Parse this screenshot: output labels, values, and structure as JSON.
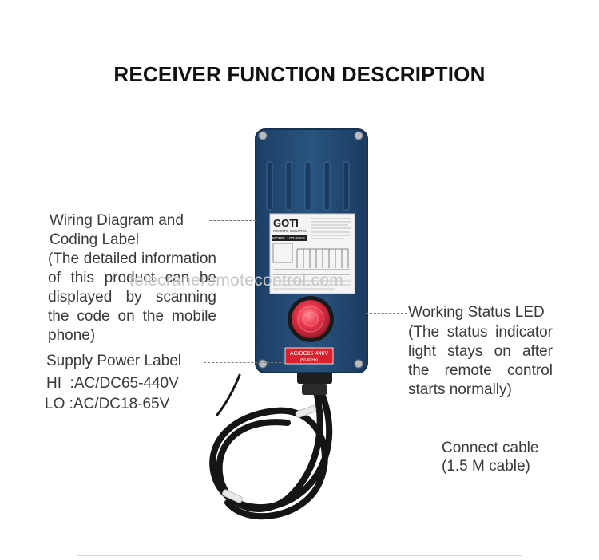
{
  "title": "RECEIVER FUNCTION DESCRIPTION",
  "watermark": "telecraneremotecontrol.com",
  "left": {
    "wiring_label_title": [
      "Wiring Diagram and",
      "Coding Label"
    ],
    "wiring_label_note": [
      "(The detailed information",
      "of this product can be",
      "displayed by scanning",
      "the code on the mobile",
      "phone)"
    ],
    "supply_title": "Supply Power Label",
    "supply_hi": "HI  :AC/DC65-440V",
    "supply_lo": "LO :AC/DC18-65V"
  },
  "right": {
    "led_title": "Working Status LED",
    "led_note": [
      "(The status indicator",
      "light stays on after",
      "the remote control",
      "starts normally)"
    ],
    "cable_title": "Connect cable",
    "cable_note": "(1.5 M cable)"
  },
  "device": {
    "brand": "GOTI",
    "brand_sub": "REMOTE CONTROL",
    "model": "MODEL : GT-R50B",
    "power_label_top": "AC/DC65-440V",
    "power_label_bottom": "(50-60Hz)"
  },
  "colors": {
    "housing": "#234a75",
    "led": "#e8344a",
    "power_label": "#d8212a",
    "cable": "#151515"
  }
}
